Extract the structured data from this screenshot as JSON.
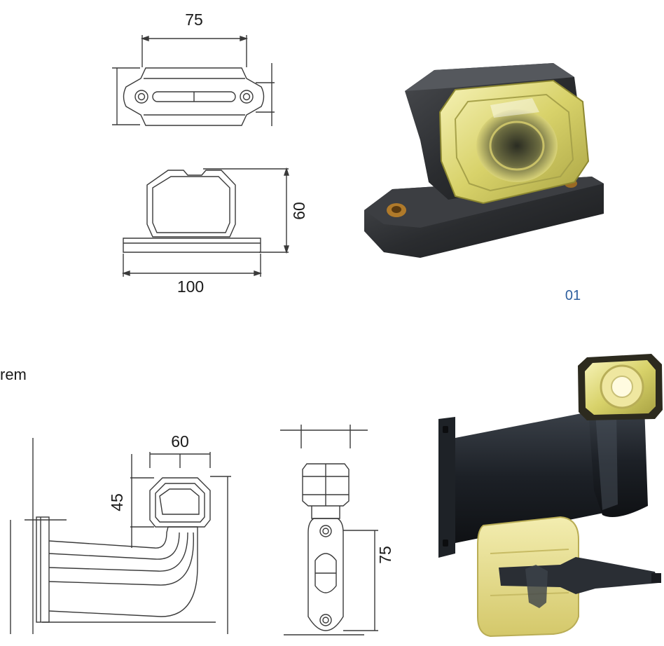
{
  "figure_1": {
    "dims": {
      "top_width": "75",
      "height": "60",
      "base_width": "100"
    },
    "reference_number": "01"
  },
  "figure_2": {
    "partial_text": "rem",
    "dims": {
      "head_width": "60",
      "head_height": "45",
      "arm_height": "75"
    }
  },
  "colors": {
    "line": "#3a3a3a",
    "housing": "#2b2d30",
    "lens": "#e8e27a",
    "reference_blue": "#2e5f9e"
  }
}
